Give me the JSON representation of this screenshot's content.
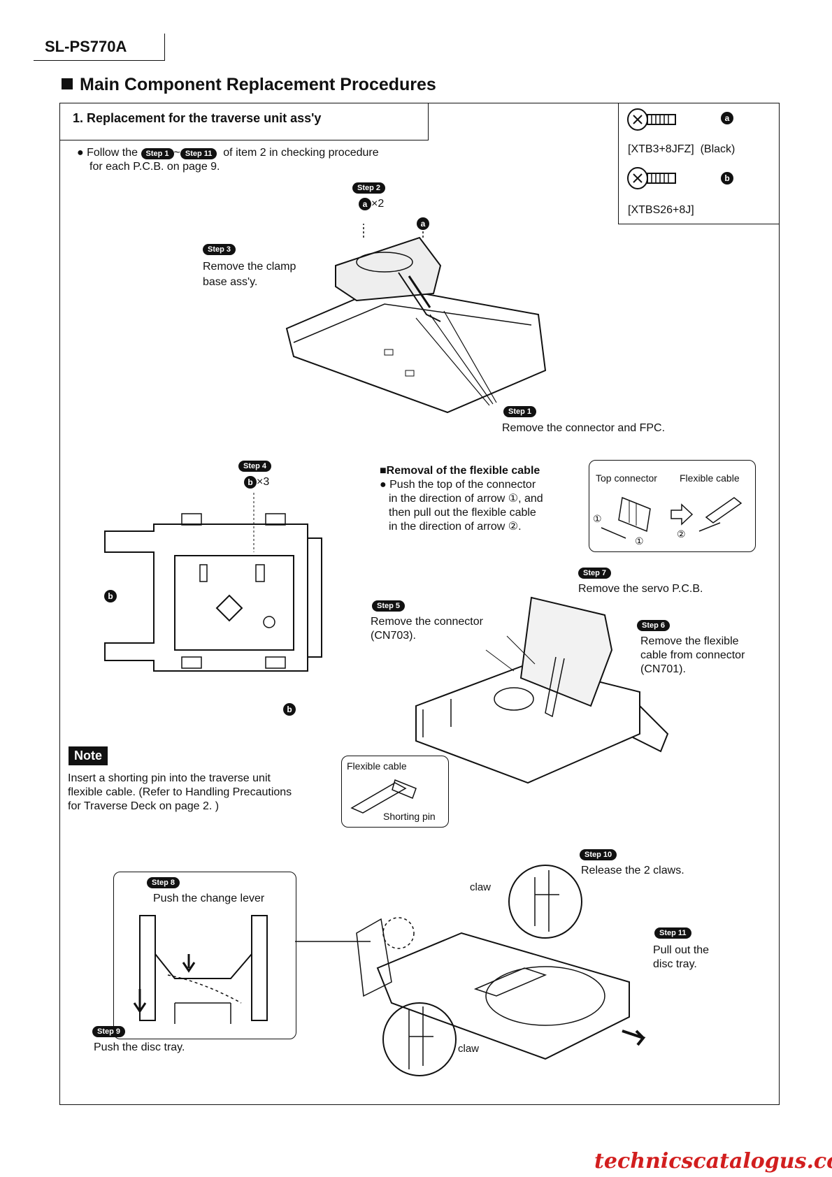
{
  "header": {
    "model": "SL-PS770A"
  },
  "page_title": "Main Component Replacement Procedures",
  "section": {
    "title": "1. Replacement for the traverse unit ass'y"
  },
  "intro": {
    "bullet": "●",
    "follow": "Follow the",
    "step_a": "Step 1",
    "dash": "~",
    "step_b": "Step 11",
    "rest1": "of item 2 in checking procedure",
    "rest2": "for each P.C.B. on page 9."
  },
  "screws": {
    "a": {
      "letter": "a",
      "part": "[XTB3+8JFZ]",
      "note": "(Black)"
    },
    "b": {
      "letter": "b",
      "part": "[XTBS26+8J]"
    }
  },
  "steps": {
    "s1": {
      "tag": "Step 1",
      "text": "Remove the connector and FPC."
    },
    "s2": {
      "tag": "Step 2",
      "qty": "×2",
      "letter": "a"
    },
    "s3": {
      "tag": "Step 3",
      "line1": "Remove the clamp",
      "line2": "base ass'y."
    },
    "s4": {
      "tag": "Step 4",
      "qty": "×3",
      "letter": "b"
    },
    "s5": {
      "tag": "Step 5",
      "line1": "Remove the connector",
      "line2": "(CN703)."
    },
    "s6": {
      "tag": "Step 6",
      "line1": "Remove the flexible",
      "line2": "cable from connector",
      "line3": "(CN701)."
    },
    "s7": {
      "tag": "Step 7",
      "text": "Remove the servo P.C.B."
    },
    "s8": {
      "tag": "Step 8",
      "text": "Push the change lever"
    },
    "s9": {
      "tag": "Step 9",
      "text": "Push the disc tray."
    },
    "s10": {
      "tag": "Step 10",
      "text": "Release the 2 claws."
    },
    "s11": {
      "tag": "Step 11",
      "line1": "Pull out the",
      "line2": "disc tray."
    }
  },
  "screw_labels": {
    "a": "a",
    "b": "b"
  },
  "flex_removal": {
    "heading": "■Removal of the flexible cable",
    "bullet": "●",
    "line1": "Push the top of the connector",
    "line2": "in the direction of arrow ①, and",
    "line3": "then pull out the flexible cable",
    "line4": "in the direction of arrow ②.",
    "top_connector": "Top connector",
    "flexible_cable": "Flexible cable",
    "n1": "①",
    "n2": "②"
  },
  "note": {
    "tag": "Note",
    "line1": "Insert a shorting pin into the traverse unit",
    "line2": "flexible cable.  (Refer to Handling Precautions",
    "line3": "for Traverse Deck on page 2. )"
  },
  "shorting": {
    "flexible_cable": "Flexible cable",
    "shorting_pin": "Shorting pin"
  },
  "claw": "claw",
  "watermark": "technicscatalogus.com"
}
